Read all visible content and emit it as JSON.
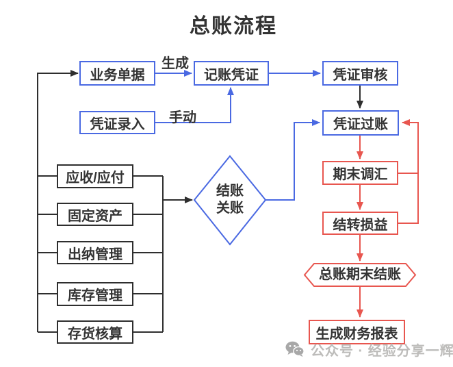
{
  "title": "总账流程",
  "edge_labels": {
    "generate": "生成",
    "manual": "手动"
  },
  "nodes": {
    "business_documents": "业务单据",
    "accounting_voucher": "记账凭证",
    "voucher_review": "凭证审核",
    "voucher_entry": "凭证录入",
    "voucher_posting": "凭证过账",
    "period_end_exchange_adjustment": "期末调汇",
    "carry_forward_profit_loss": "结转损益",
    "gl_period_end_closing": "总账期末结账",
    "generate_financial_reports": "生成财务报表",
    "receivable_payable": "应收/应付",
    "fixed_assets": "固定资产",
    "cashier_management": "出纳管理",
    "inventory_management": "库存管理",
    "inventory_accounting": "存货核算",
    "closing_decision_line1": "结账",
    "closing_decision_line2": "关账"
  },
  "watermark": {
    "text": "公众号 · 经验分享一辉"
  },
  "colors": {
    "blue": "#4A69E2",
    "red": "#E8564F",
    "black": "#2E2E2E",
    "text": "#333333",
    "watermark": "#BDBCBA",
    "wicon": "#A8A8A8"
  }
}
